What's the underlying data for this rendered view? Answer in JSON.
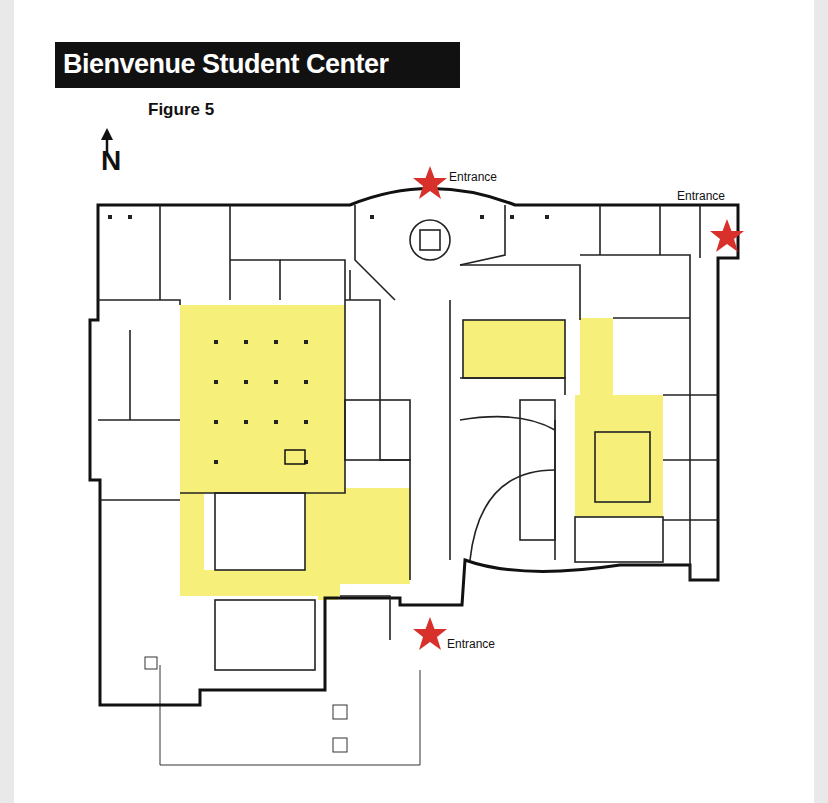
{
  "diagram": {
    "title": "Bienvenue Student Center",
    "labels": [
      "Figure 5",
      "N",
      "Entrance",
      "Entrance",
      "Entrance"
    ]
  }
}
